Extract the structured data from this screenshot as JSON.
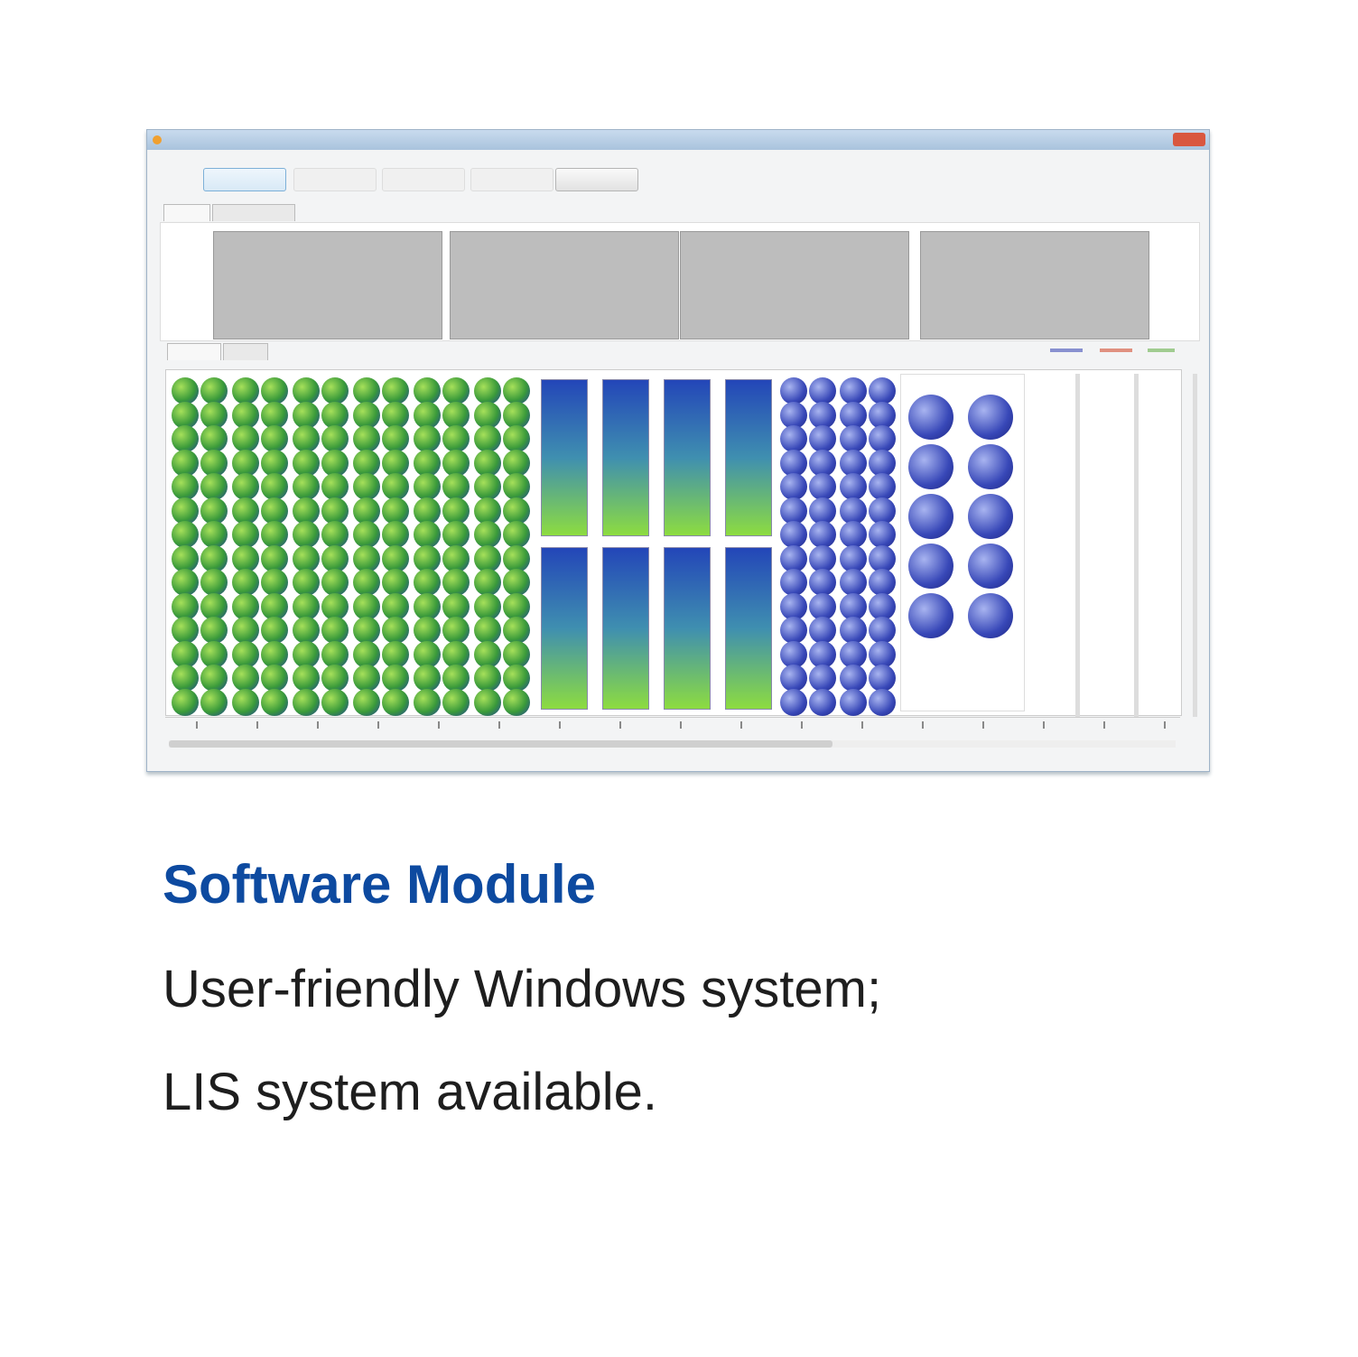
{
  "caption": {
    "title": "Software Module",
    "lines": [
      "User-friendly Windows system;",
      "LIS system available."
    ]
  },
  "colors": {
    "title": "#0d4aa0",
    "sample_green": "#5fbf3a",
    "sample_blue": "#3848b8"
  }
}
